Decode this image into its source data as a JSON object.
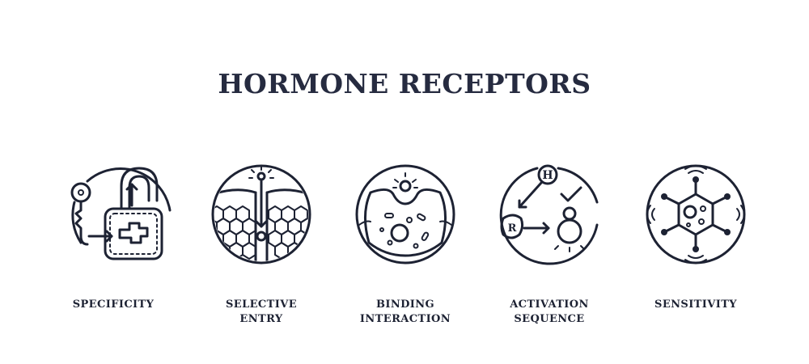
{
  "title": "HORMONE RECEPTORS",
  "items": [
    {
      "id": "specificity",
      "label": "SPECIFICITY",
      "icon": "key-and-padlock-icon"
    },
    {
      "id": "selective-entry",
      "label": "SELECTIVE\nENTRY",
      "icon": "membrane-channel-icon"
    },
    {
      "id": "binding-interaction",
      "label": "BINDING\nINTERACTION",
      "icon": "cell-binding-icon"
    },
    {
      "id": "activation-sequence",
      "label": "ACTIVATION\nSEQUENCE",
      "icon": "hormone-receptor-activation-icon"
    },
    {
      "id": "sensitivity",
      "label": "SENSITIVITY",
      "icon": "signal-sensitivity-icon"
    }
  ],
  "icon_letters": {
    "hormone": "H",
    "receptor": "R"
  },
  "colors": {
    "ink": "#1d2233",
    "background": "#ffffff"
  }
}
